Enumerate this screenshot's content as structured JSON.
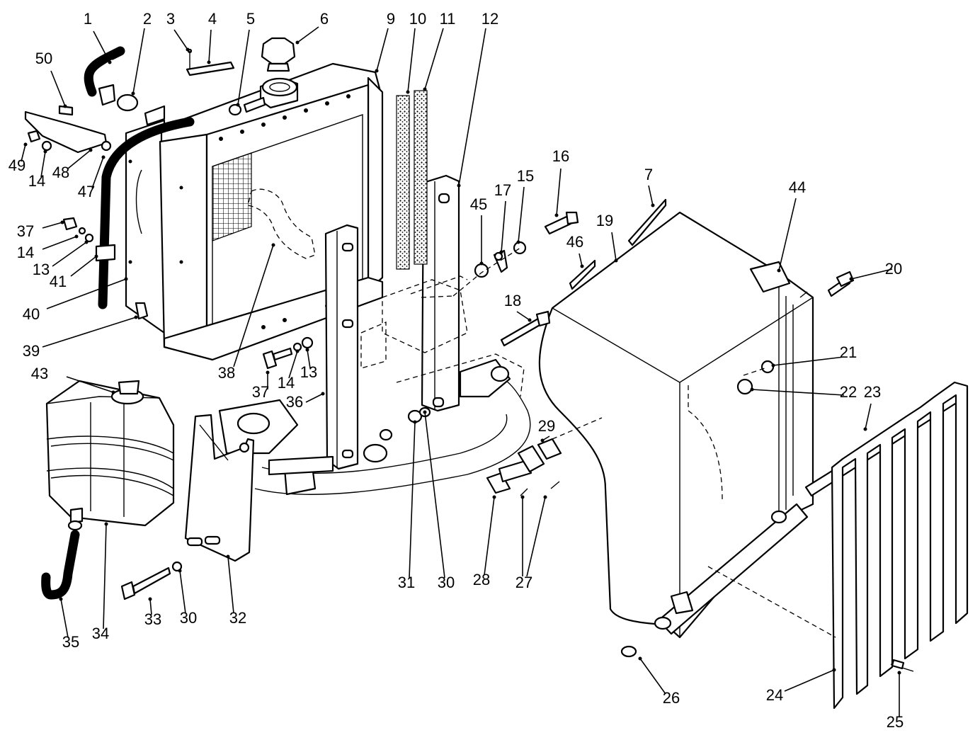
{
  "callouts": [
    {
      "id": "1",
      "label": "1"
    },
    {
      "id": "2",
      "label": "2"
    },
    {
      "id": "3",
      "label": "3"
    },
    {
      "id": "4",
      "label": "4"
    },
    {
      "id": "5",
      "label": "5"
    },
    {
      "id": "6",
      "label": "6"
    },
    {
      "id": "9",
      "label": "9"
    },
    {
      "id": "10",
      "label": "10"
    },
    {
      "id": "11",
      "label": "11"
    },
    {
      "id": "12",
      "label": "12"
    },
    {
      "id": "50",
      "label": "50"
    },
    {
      "id": "49",
      "label": "49"
    },
    {
      "id": "14a",
      "label": "14"
    },
    {
      "id": "48",
      "label": "48"
    },
    {
      "id": "47",
      "label": "47"
    },
    {
      "id": "37a",
      "label": "37"
    },
    {
      "id": "14b",
      "label": "14"
    },
    {
      "id": "13a",
      "label": "13"
    },
    {
      "id": "41",
      "label": "41"
    },
    {
      "id": "40",
      "label": "40"
    },
    {
      "id": "39",
      "label": "39"
    },
    {
      "id": "43",
      "label": "43"
    },
    {
      "id": "38",
      "label": "38"
    },
    {
      "id": "37b",
      "label": "37"
    },
    {
      "id": "14c",
      "label": "14"
    },
    {
      "id": "13b",
      "label": "13"
    },
    {
      "id": "36",
      "label": "36"
    },
    {
      "id": "45",
      "label": "45"
    },
    {
      "id": "17",
      "label": "17"
    },
    {
      "id": "15",
      "label": "15"
    },
    {
      "id": "16",
      "label": "16"
    },
    {
      "id": "18",
      "label": "18"
    },
    {
      "id": "46",
      "label": "46"
    },
    {
      "id": "7",
      "label": "7"
    },
    {
      "id": "19",
      "label": "19"
    },
    {
      "id": "44",
      "label": "44"
    },
    {
      "id": "20",
      "label": "20"
    },
    {
      "id": "21",
      "label": "21"
    },
    {
      "id": "22",
      "label": "22"
    },
    {
      "id": "23",
      "label": "23"
    },
    {
      "id": "29",
      "label": "29"
    },
    {
      "id": "28",
      "label": "28"
    },
    {
      "id": "27",
      "label": "27"
    },
    {
      "id": "31",
      "label": "31"
    },
    {
      "id": "30a",
      "label": "30"
    },
    {
      "id": "32",
      "label": "32"
    },
    {
      "id": "33",
      "label": "33"
    },
    {
      "id": "30b",
      "label": "30"
    },
    {
      "id": "34",
      "label": "34"
    },
    {
      "id": "35",
      "label": "35"
    },
    {
      "id": "26",
      "label": "26"
    },
    {
      "id": "24",
      "label": "24"
    },
    {
      "id": "25",
      "label": "25"
    }
  ]
}
